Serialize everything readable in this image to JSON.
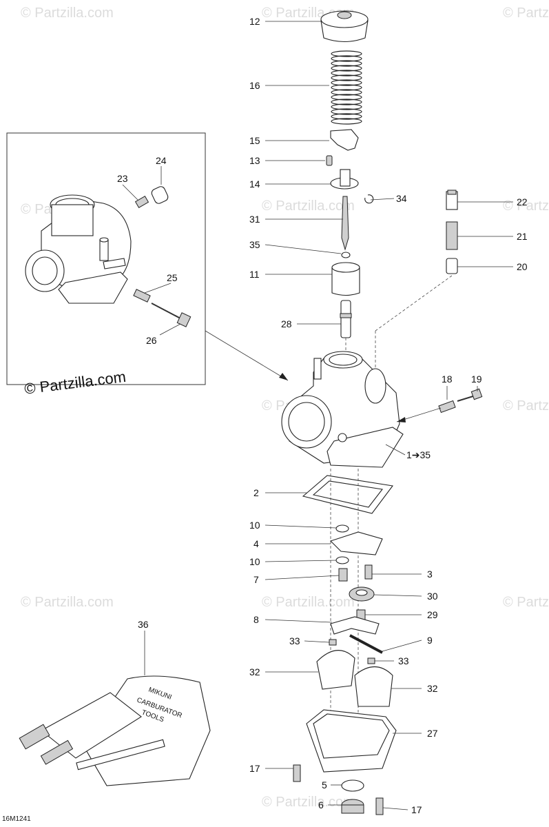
{
  "diagram": {
    "watermark_text": "© Partzilla.com",
    "copyright_text": "© Partzilla.com",
    "figure_id": "16M1241",
    "callouts": [
      {
        "id": "c12",
        "text": "12"
      },
      {
        "id": "c16",
        "text": "16"
      },
      {
        "id": "c15",
        "text": "15"
      },
      {
        "id": "c13",
        "text": "13"
      },
      {
        "id": "c14",
        "text": "14"
      },
      {
        "id": "c34",
        "text": "34"
      },
      {
        "id": "c31",
        "text": "31"
      },
      {
        "id": "c35",
        "text": "35"
      },
      {
        "id": "c11",
        "text": "11"
      },
      {
        "id": "c28",
        "text": "28"
      },
      {
        "id": "c22",
        "text": "22"
      },
      {
        "id": "c21",
        "text": "21"
      },
      {
        "id": "c20",
        "text": "20"
      },
      {
        "id": "c18",
        "text": "18"
      },
      {
        "id": "c19",
        "text": "19"
      },
      {
        "id": "c1",
        "text": "1➔35"
      },
      {
        "id": "c2",
        "text": "2"
      },
      {
        "id": "c10a",
        "text": "10"
      },
      {
        "id": "c4",
        "text": "4"
      },
      {
        "id": "c10b",
        "text": "10"
      },
      {
        "id": "c7",
        "text": "7"
      },
      {
        "id": "c3",
        "text": "3"
      },
      {
        "id": "c30",
        "text": "30"
      },
      {
        "id": "c29",
        "text": "29"
      },
      {
        "id": "c8",
        "text": "8"
      },
      {
        "id": "c9",
        "text": "9"
      },
      {
        "id": "c33a",
        "text": "33"
      },
      {
        "id": "c33b",
        "text": "33"
      },
      {
        "id": "c32a",
        "text": "32"
      },
      {
        "id": "c32b",
        "text": "32"
      },
      {
        "id": "c27",
        "text": "27"
      },
      {
        "id": "c17a",
        "text": "17"
      },
      {
        "id": "c5",
        "text": "5"
      },
      {
        "id": "c6",
        "text": "6"
      },
      {
        "id": "c17b",
        "text": "17"
      },
      {
        "id": "c36",
        "text": "36"
      },
      {
        "id": "c24",
        "text": "24"
      },
      {
        "id": "c23",
        "text": "23"
      },
      {
        "id": "c25",
        "text": "25"
      },
      {
        "id": "c26",
        "text": "26"
      }
    ],
    "tool_kit_text": [
      "MIKUNI",
      "CARBURATOR",
      "TOOLS"
    ]
  }
}
